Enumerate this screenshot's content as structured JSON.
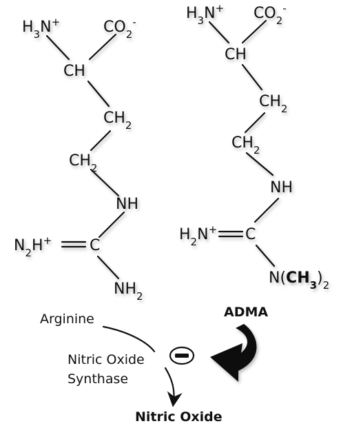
{
  "arginine": {
    "amino": {
      "base": "H",
      "sub": "3",
      "rest": "N",
      "sup": "+"
    },
    "carboxylate": {
      "base": "CO",
      "sub": "2",
      "sup": "-"
    },
    "ch": "CH",
    "ch2_upper": {
      "base": "CH",
      "sub": "2"
    },
    "ch2_lower": {
      "base": "CH",
      "sub": "2"
    },
    "nh": "NH",
    "imino": {
      "base": "N",
      "sub": "2",
      "rest": "H",
      "sup": "+"
    },
    "carbon": "C",
    "amine": {
      "base": "NH",
      "sub": "2"
    }
  },
  "adma_structure": {
    "amino": {
      "base": "H",
      "sub": "3",
      "rest": "N",
      "sup": "+"
    },
    "carboxylate": {
      "base": "CO",
      "sub": "2",
      "sup": "-"
    },
    "ch": "CH",
    "ch2_upper": {
      "base": "CH",
      "sub": "2"
    },
    "ch2_lower": {
      "base": "CH",
      "sub": "2"
    },
    "nh": "NH",
    "imino": {
      "base": "H",
      "sub": "2",
      "rest": "N",
      "sup": "+"
    },
    "carbon": "C",
    "dimethyl": {
      "pre": "N(",
      "bold": "CH",
      "boldsub": "3",
      "post": ")",
      "sub": "2"
    }
  },
  "pathway": {
    "substrate": "Arginine",
    "enzyme_line1": "Nitric Oxide",
    "enzyme_line2": "Synthase",
    "product": "Nitric Oxide",
    "inhibitor": "ADMA",
    "inhibition_symbol": "minus-sign"
  },
  "colors": {
    "ink": "#111111",
    "background": "#ffffff"
  }
}
